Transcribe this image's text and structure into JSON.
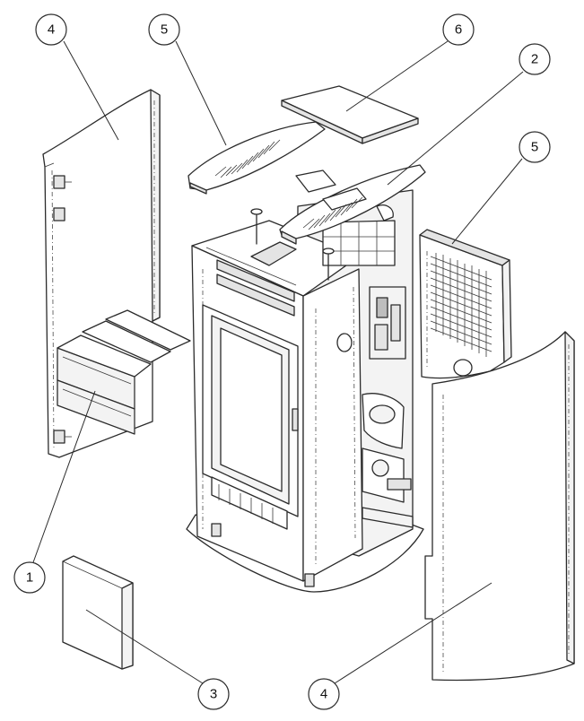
{
  "callouts": [
    {
      "id": "c4a",
      "label": "4"
    },
    {
      "id": "c5a",
      "label": "5"
    },
    {
      "id": "c6",
      "label": "6"
    },
    {
      "id": "c2",
      "label": "2"
    },
    {
      "id": "c5b",
      "label": "5"
    },
    {
      "id": "c1",
      "label": "1"
    },
    {
      "id": "c3",
      "label": "3"
    },
    {
      "id": "c4b",
      "label": "4"
    }
  ]
}
